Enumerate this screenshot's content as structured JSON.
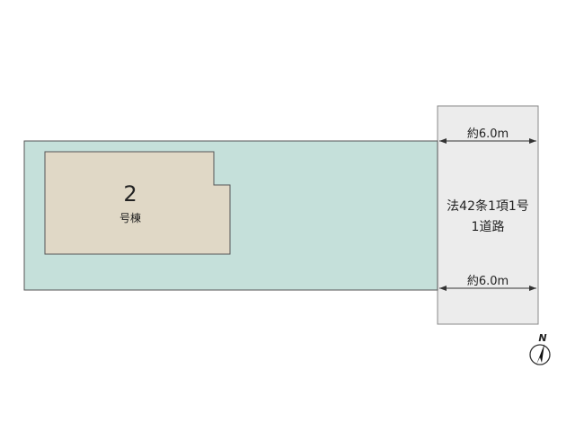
{
  "building": {
    "number": "2",
    "suffix": "号棟"
  },
  "road": {
    "width_top": "約6.0m",
    "width_bottom": "約6.0m",
    "type_line1": "法42条1項1号",
    "type_line2": "1道路"
  },
  "compass": {
    "letter": "N"
  },
  "colors": {
    "lot": "#c5e0da",
    "building": "#e0d8c6",
    "road": "#ececec",
    "outline": "#555555"
  }
}
